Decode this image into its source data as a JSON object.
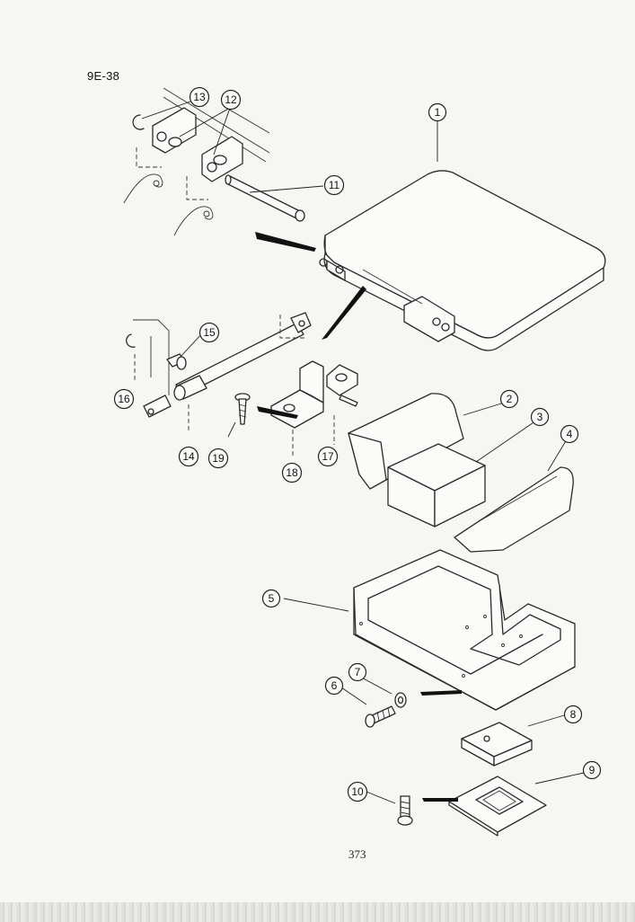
{
  "figure_label": "9E-38",
  "page_number": "373",
  "callouts": [
    {
      "id": "1",
      "label": "1"
    },
    {
      "id": "2",
      "label": "2"
    },
    {
      "id": "3",
      "label": "3"
    },
    {
      "id": "4",
      "label": "4"
    },
    {
      "id": "5",
      "label": "5"
    },
    {
      "id": "6",
      "label": "6"
    },
    {
      "id": "7",
      "label": "7"
    },
    {
      "id": "8",
      "label": "8"
    },
    {
      "id": "9",
      "label": "9"
    },
    {
      "id": "10",
      "label": "10"
    },
    {
      "id": "11",
      "label": "11"
    },
    {
      "id": "12",
      "label": "12"
    },
    {
      "id": "13",
      "label": "13"
    },
    {
      "id": "14",
      "label": "14"
    },
    {
      "id": "15",
      "label": "15"
    },
    {
      "id": "16",
      "label": "16"
    },
    {
      "id": "17",
      "label": "17"
    },
    {
      "id": "18",
      "label": "18"
    },
    {
      "id": "19",
      "label": "19"
    }
  ]
}
